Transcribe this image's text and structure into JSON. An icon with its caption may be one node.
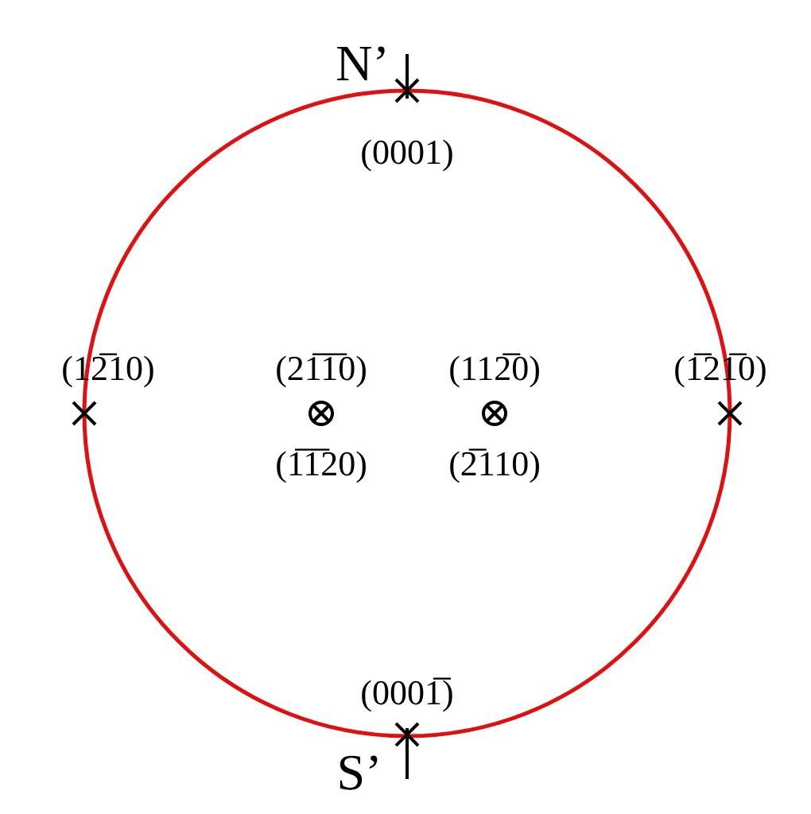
{
  "diagram": {
    "labels": [
      "N’",
      "(0001)",
      "(12̅10)",
      "(21̅1̅0)",
      "(112̅0)",
      "(1̅21̅0)",
      "(1̅1̅20)",
      "(2̅110)",
      "(0001̅)",
      "S’"
    ]
  }
}
